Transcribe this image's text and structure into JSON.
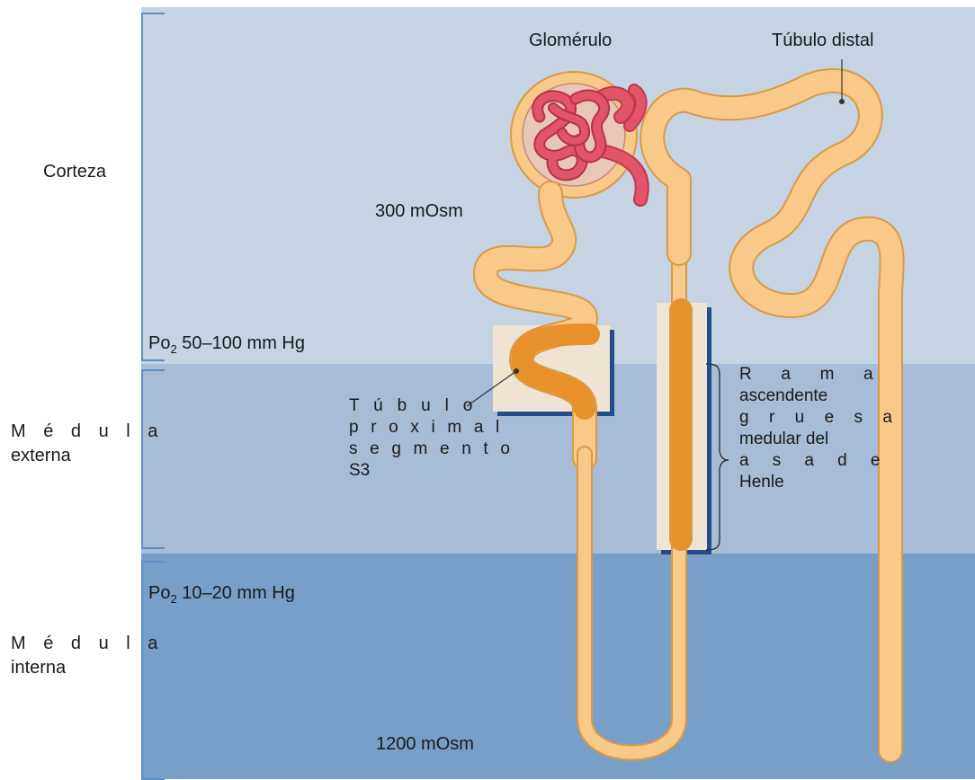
{
  "regions": {
    "cortex": "Corteza",
    "outer_medulla_line1": "M é d u l a",
    "outer_medulla_line2": "externa",
    "inner_medulla_line1": "M é d u l a",
    "inner_medulla_line2": "interna"
  },
  "labels": {
    "glomerulus": "Glomérulo",
    "distal_tubule": "Túbulo distal",
    "osm_cortex": "300 mOsm",
    "osm_medulla": "1200 mOsm",
    "po2_cortex_prefix": "Po",
    "po2_cortex_sub": "2",
    "po2_cortex_rest": " 50–100 mm Hg",
    "po2_medulla_prefix": "Po",
    "po2_medulla_sub": "2",
    "po2_medulla_rest": " 10–20 mm Hg",
    "proximal_line1": "T ú b u l o",
    "proximal_line2": "p r o x i m a l",
    "proximal_line3": "s e g m e n t o",
    "proximal_line4": "S3",
    "henle_line1": "R a m a",
    "henle_line2": "ascendente",
    "henle_line3": "g r u e s a",
    "henle_line4": "medular del",
    "henle_line5": "a s a d e",
    "henle_line6": "Henle"
  },
  "colors": {
    "tubule_fill": "#f9c98a",
    "tubule_outline": "#d99a45",
    "highlight_segment": "#e8912c",
    "glomerulus": "#e2546a",
    "bowman_capsule": "#e8c7b7",
    "highlight_box": "#efe4d4"
  }
}
